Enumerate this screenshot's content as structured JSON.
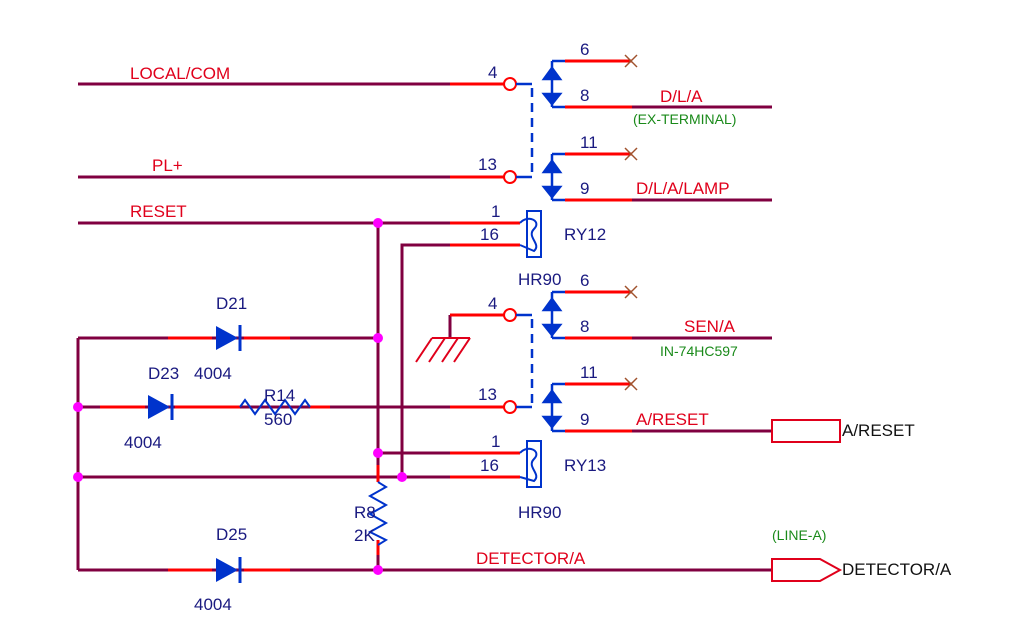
{
  "colors": {
    "wire": "#800040",
    "pin": "#ff0000",
    "symbol": "#0033cc",
    "net_label": "#e0001b",
    "designator": "#1a1a80",
    "comment": "#1a8a1a",
    "junction": "#ff00ff",
    "no_connect": "#a0522d"
  },
  "nets": {
    "local_com": "LOCAL/COM",
    "pl_plus": "PL+",
    "reset": "RESET",
    "dla": "D/L/A",
    "dla_lamp": "D/L/A/LAMP",
    "sen_a": "SEN/A",
    "a_reset": "A/RESET",
    "detector_a": "DETECTOR/A"
  },
  "comments": {
    "ex_terminal": "(EX-TERMINAL)",
    "in_74hc597": "IN-74HC597",
    "line_a": "(LINE-A)"
  },
  "ports": {
    "a_reset": "A/RESET",
    "detector_a": "DETECTOR/A"
  },
  "relays": [
    {
      "ref": "RY12",
      "part": "HR90",
      "coil_pins": [
        "1",
        "16"
      ],
      "contact_pins": [
        "4",
        "6",
        "8",
        "13",
        "11",
        "9"
      ]
    },
    {
      "ref": "RY13",
      "part": "HR90",
      "coil_pins": [
        "1",
        "16"
      ],
      "contact_pins": [
        "4",
        "6",
        "8",
        "13",
        "11",
        "9"
      ]
    }
  ],
  "diodes": [
    {
      "ref": "D21",
      "value": "4004"
    },
    {
      "ref": "D23",
      "value": "4004"
    },
    {
      "ref": "D25",
      "value": "4004"
    }
  ],
  "resistors": [
    {
      "ref": "R14",
      "value": "560"
    },
    {
      "ref": "R8",
      "value": "2K"
    }
  ]
}
